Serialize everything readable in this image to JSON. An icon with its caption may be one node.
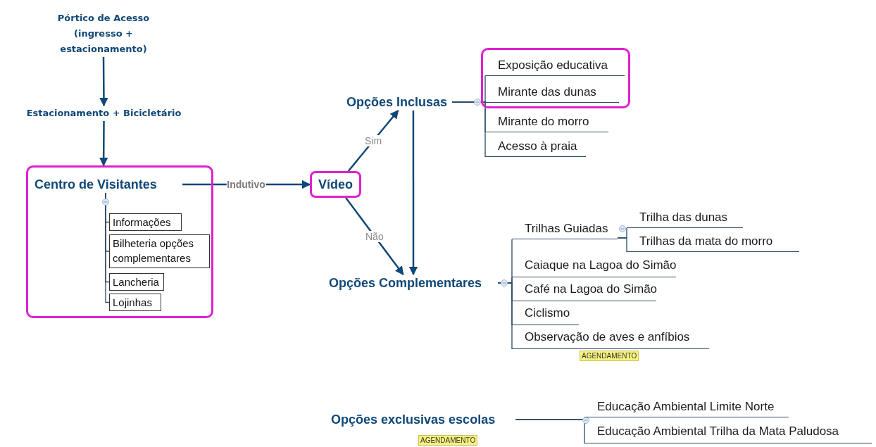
{
  "diagram": {
    "nodes": [
      {
        "text": [
          "Pórtico de Acesso (ingresso + estacionamento)"
        ]
      },
      {
        "text": [
          "Estacionamento + Bicicletário"
        ]
      },
      {
        "text": [],
        "shape": "box"
      },
      {
        "text": [
          "Centro de Visitantes"
        ],
        "in": 2
      },
      {
        "text": [
          "Informações"
        ],
        "in": 2
      },
      {
        "text": [
          "Bilheteria opções complementares"
        ],
        "in": 2
      },
      {
        "text": [
          "Lancheria"
        ],
        "in": 2
      },
      {
        "text": [
          "Lojinhas"
        ],
        "in": 2
      },
      {
        "text": [
          "Vídeo"
        ]
      },
      {
        "text": [
          "Opções Inclusas"
        ]
      },
      {
        "text": [],
        "shape": "box"
      },
      {
        "text": [
          "Exposição educativa"
        ],
        "in": 10
      },
      {
        "text": [
          "Mirante das dunas"
        ],
        "in": 10
      },
      {
        "text": [
          "Mirante do morro"
        ]
      },
      {
        "text": [
          "Acesso à praia"
        ]
      },
      {
        "text": [
          "Opções Complementares"
        ]
      },
      {
        "text": [
          "Trilhas Guiadas"
        ]
      },
      {
        "text": [
          "Trilha das dunas"
        ]
      },
      {
        "text": [
          "Trilhas da mata do morro"
        ]
      },
      {
        "text": [
          "Caiaque na Lagoa do Simão"
        ]
      },
      {
        "text": [
          "Café na Lagoa do Simão"
        ]
      },
      {
        "text": [
          "Ciclismo"
        ]
      },
      {
        "text": [
          "Observação de aves e anfíbios"
        ],
        "beside": [
          "AGENDAMENTO"
        ]
      },
      {
        "text": [
          "Opções exclusivas escolas"
        ],
        "beside": [
          "AGENDAMENTO"
        ]
      },
      {
        "text": [
          "Educação Ambiental Limite Norte"
        ]
      },
      {
        "text": [
          "Educação Ambiental Trilha da Mata Paludosa"
        ]
      }
    ],
    "edges": [
      {
        "from": 0,
        "to": 1,
        "arrow": "to"
      },
      {
        "from": 1,
        "to": 2,
        "arrow": "to"
      },
      {
        "from": 3,
        "to": 8,
        "arrow": "to",
        "label": "Indutivo"
      },
      {
        "from": 8,
        "to": 9,
        "arrow": "to",
        "label": "Sim"
      },
      {
        "from": 8,
        "to": 15,
        "arrow": "to",
        "label": "Não"
      },
      {
        "from": 9,
        "to": 15,
        "arrow": "to"
      },
      {
        "from": 3,
        "to": 4,
        "arrow": "none"
      },
      {
        "from": 3,
        "to": 5,
        "arrow": "none"
      },
      {
        "from": 3,
        "to": 6,
        "arrow": "none"
      },
      {
        "from": 3,
        "to": 7,
        "arrow": "none"
      },
      {
        "from": 9,
        "to": 11,
        "arrow": "none"
      },
      {
        "from": 9,
        "to": 12,
        "arrow": "none"
      },
      {
        "from": 9,
        "to": 13,
        "arrow": "none"
      },
      {
        "from": 9,
        "to": 14,
        "arrow": "none"
      },
      {
        "from": 15,
        "to": 16,
        "arrow": "none"
      },
      {
        "from": 15,
        "to": 19,
        "arrow": "none"
      },
      {
        "from": 15,
        "to": 20,
        "arrow": "none"
      },
      {
        "from": 15,
        "to": 21,
        "arrow": "none"
      },
      {
        "from": 15,
        "to": 22,
        "arrow": "none"
      },
      {
        "from": 16,
        "to": 17,
        "arrow": "none"
      },
      {
        "from": 16,
        "to": 18,
        "arrow": "none"
      },
      {
        "from": 23,
        "to": 24,
        "arrow": "none"
      },
      {
        "from": 23,
        "to": 25,
        "arrow": "none"
      }
    ]
  }
}
